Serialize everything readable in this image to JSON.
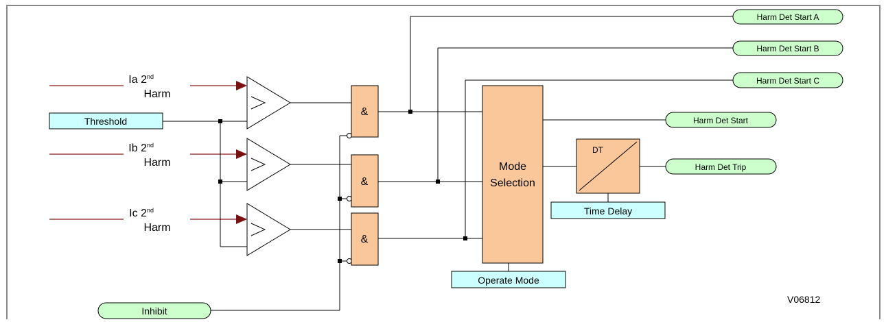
{
  "inputs": [
    {
      "name": "Ia",
      "order": "2",
      "suffix": "nd",
      "harm": "Harm"
    },
    {
      "name": "Ib",
      "order": "2",
      "suffix": "nd",
      "harm": "Harm"
    },
    {
      "name": "Ic",
      "order": "2",
      "suffix": "nd",
      "harm": "Harm"
    }
  ],
  "settings": {
    "threshold": "Threshold",
    "time_delay": "Time Delay",
    "operate_mode": "Operate Mode"
  },
  "inhibit": "Inhibit",
  "and_gate_label": "&",
  "mode_block": {
    "line1": "Mode",
    "line2": "Selection"
  },
  "timer_label": "DT",
  "outputs": {
    "start_a": "Harm Det Start A",
    "start_b": "Harm Det Start B",
    "start_c": "Harm Det Start C",
    "start": "Harm Det Start",
    "trip": "Harm Det Trip"
  },
  "diagram_id": "V06812",
  "colors": {
    "input_line": "#8b1a1a",
    "arrow": "#7a1010",
    "setting_fill": "#ccffff",
    "signal_fill": "#ccffcc",
    "block_fill": "#f9c79a"
  }
}
